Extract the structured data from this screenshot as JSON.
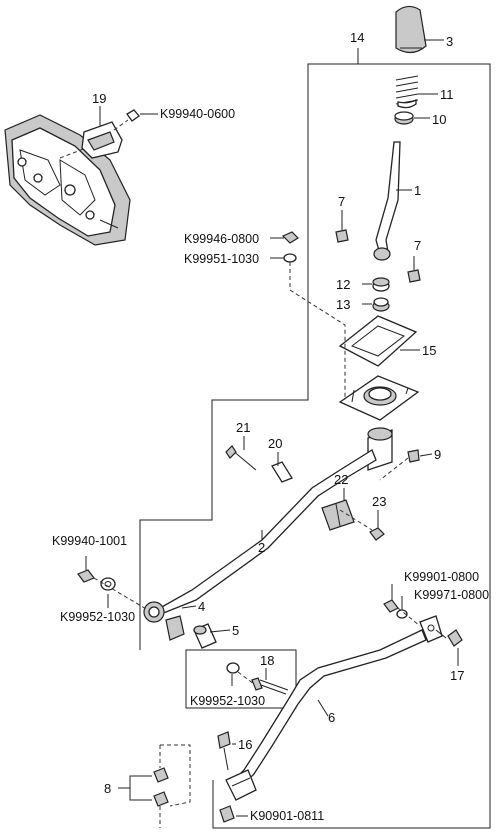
{
  "callouts": {
    "c1": "1",
    "c2": "2",
    "c3": "3",
    "c4": "4",
    "c5": "5",
    "c6": "6",
    "c7a": "7",
    "c7b": "7",
    "c8": "8",
    "c9": "9",
    "c10": "10",
    "c11": "11",
    "c12": "12",
    "c13": "13",
    "c14": "14",
    "c15": "15",
    "c16": "16",
    "c17": "17",
    "c18": "18",
    "c19": "19",
    "c20": "20",
    "c21": "21",
    "c22": "22",
    "c23": "23"
  },
  "part_numbers": {
    "p1": "K99940-0600",
    "p2": "K99946-0800",
    "p3": "K99951-1030",
    "p4": "K99940-1001",
    "p5": "K99952-1030",
    "p6": "K99901-0800",
    "p7": "K99971-0800",
    "p8": "K99952-1030",
    "p9": "K90901-0811"
  }
}
